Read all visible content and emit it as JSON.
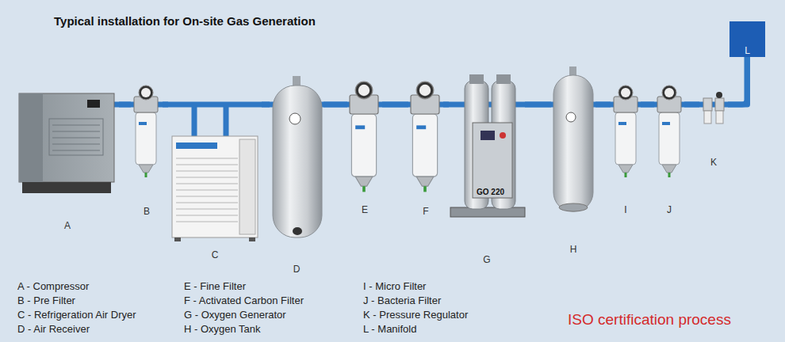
{
  "diagram": {
    "title": "Typical installation for On-site Gas Generation",
    "nodes": [
      {
        "text": [
          "A"
        ]
      },
      {
        "text": [
          "B"
        ]
      },
      {
        "text": [
          "C"
        ]
      },
      {
        "text": [
          "D"
        ]
      },
      {
        "text": [
          "E"
        ]
      },
      {
        "text": [
          "F"
        ]
      },
      {
        "text": [
          "G"
        ]
      },
      {
        "text": [
          "H"
        ]
      },
      {
        "text": [
          "I"
        ]
      },
      {
        "text": [
          "J"
        ]
      },
      {
        "text": [
          "K"
        ]
      },
      {
        "text": [
          "L"
        ]
      }
    ],
    "edges": [
      {
        "from": 0,
        "to": 1,
        "arrow": "none"
      },
      {
        "from": 1,
        "to": 2,
        "arrow": "none"
      },
      {
        "from": 2,
        "to": 3,
        "arrow": "none"
      },
      {
        "from": 3,
        "to": 4,
        "arrow": "none"
      },
      {
        "from": 4,
        "to": 5,
        "arrow": "none"
      },
      {
        "from": 5,
        "to": 6,
        "arrow": "none"
      },
      {
        "from": 6,
        "to": 7,
        "arrow": "none"
      },
      {
        "from": 7,
        "to": 8,
        "arrow": "none"
      },
      {
        "from": 8,
        "to": 9,
        "arrow": "none"
      },
      {
        "from": 9,
        "to": 10,
        "arrow": "none"
      },
      {
        "from": 10,
        "to": 11,
        "arrow": "none"
      }
    ],
    "labels": [
      "A - Compressor",
      "B - Pre Filter",
      "C - Refrigeration Air Dryer",
      "D - Air Receiver",
      "E - Fine Filter",
      "F - Activated Carbon Filter",
      "G - Oxygen Generator",
      "H - Oxygen Tank",
      "I - Micro Filter",
      "J - Bacteria Filter",
      "K - Pressure Regulator",
      "L - Manifold",
      "GO 220",
      "ISO certification process"
    ]
  }
}
